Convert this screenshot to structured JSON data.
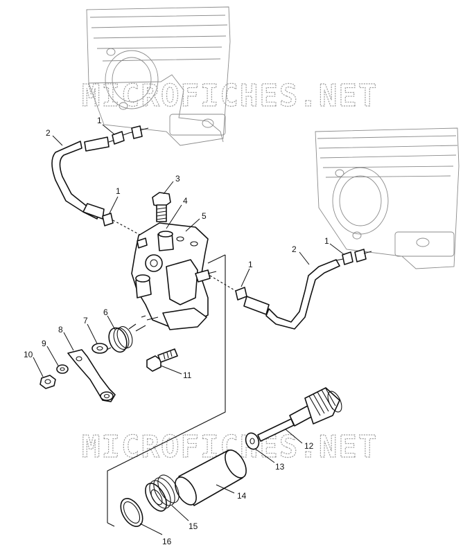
{
  "watermark": {
    "text": "MICROFICHES.NET"
  },
  "callouts": [
    {
      "id": "c1a",
      "label": "1"
    },
    {
      "id": "c2a",
      "label": "2"
    },
    {
      "id": "c1b",
      "label": "1"
    },
    {
      "id": "c3",
      "label": "3"
    },
    {
      "id": "c4",
      "label": "4"
    },
    {
      "id": "c5",
      "label": "5"
    },
    {
      "id": "c2b",
      "label": "2"
    },
    {
      "id": "c1c",
      "label": "1"
    },
    {
      "id": "c1d",
      "label": "1"
    },
    {
      "id": "c6",
      "label": "6"
    },
    {
      "id": "c7",
      "label": "7"
    },
    {
      "id": "c8",
      "label": "8"
    },
    {
      "id": "c9",
      "label": "9"
    },
    {
      "id": "c10",
      "label": "10"
    },
    {
      "id": "c11",
      "label": "11"
    },
    {
      "id": "c12",
      "label": "12"
    },
    {
      "id": "c13",
      "label": "13"
    },
    {
      "id": "c14",
      "label": "14"
    },
    {
      "id": "c15",
      "label": "15"
    },
    {
      "id": "c16",
      "label": "16"
    }
  ]
}
